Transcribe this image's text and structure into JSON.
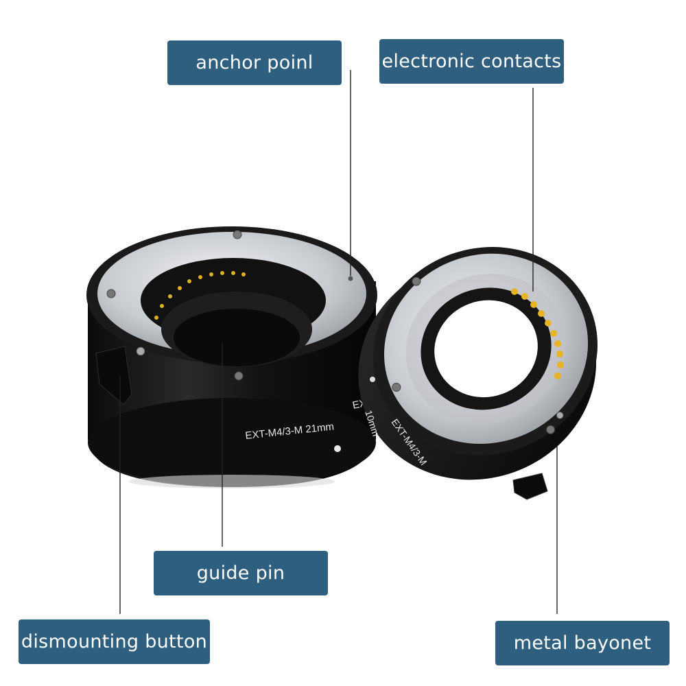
{
  "callouts": {
    "anchor_point": "anchor poinl",
    "electronic_contacts": "electronic contacts",
    "guide_pin": "guide pin",
    "dismounting_button": "dismounting button",
    "metal_bayonet": "metal bayonet"
  },
  "product": {
    "large_tube_marking": "EXT-M4/3-M  21mm",
    "large_tube_marking_tail": "EX",
    "small_tube_size": "10mm",
    "small_tube_marking": "EXT-M4/3-M"
  },
  "colors": {
    "label_background": "#2f5f7e",
    "label_text": "#ffffff",
    "tube_body": "#151515",
    "mount_metal": "#c9ccd0",
    "contacts": "#e0b020"
  }
}
